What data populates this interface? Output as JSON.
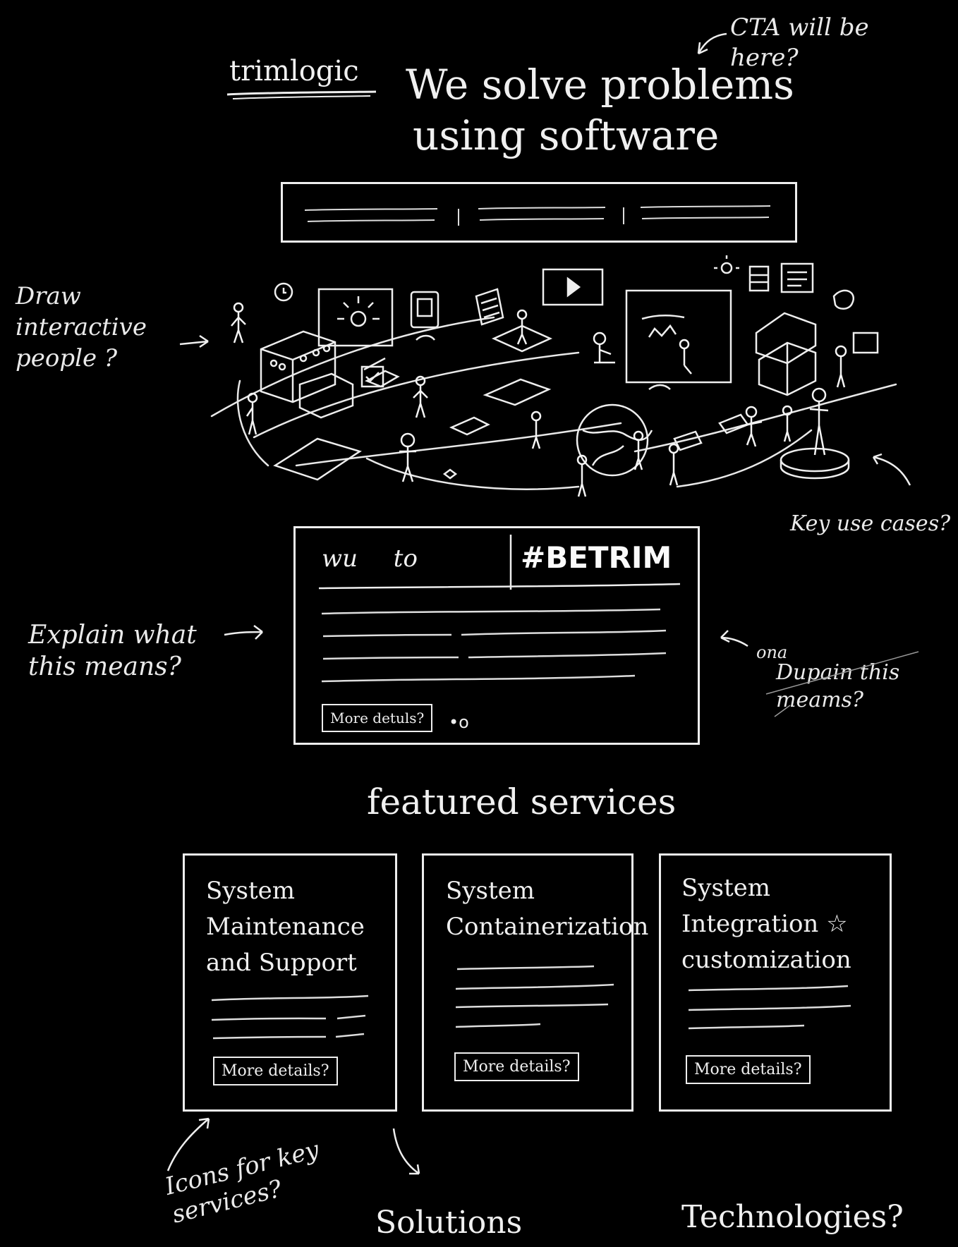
{
  "header": {
    "logo": "trimlogic",
    "headline_line1": "We solve problems",
    "headline_line2": "using software"
  },
  "annotations": {
    "cta": "CTA will be here?",
    "draw_people": "Draw interactive people ?",
    "key_use_cases": "Key use cases?",
    "explain_left": "Explain what this means?",
    "explain_right_strike": "ona",
    "explain_right": "Dupain this meams?",
    "icons_for_services": "Icons for key services?"
  },
  "intro_card": {
    "prefix": "wu to",
    "hashtag": "#BETRIM",
    "button": "More detuls?"
  },
  "featured": {
    "heading": "featured services",
    "cards": [
      {
        "title": "System\nMaintenance\nand Support",
        "button": "More details?"
      },
      {
        "title": "System\nContainerization",
        "button": "More details?"
      },
      {
        "title": "System\nIntegration ☆\ncustomization",
        "button": "More details?"
      }
    ]
  },
  "footer_links": {
    "solutions": "Solutions",
    "technologies": "Technologies?"
  },
  "icon_names": [
    "lightbulb-icon",
    "play-icon",
    "document-icon",
    "server-icon",
    "globe-icon",
    "person-icon",
    "chat-bubble-icon",
    "monitor-icon"
  ]
}
